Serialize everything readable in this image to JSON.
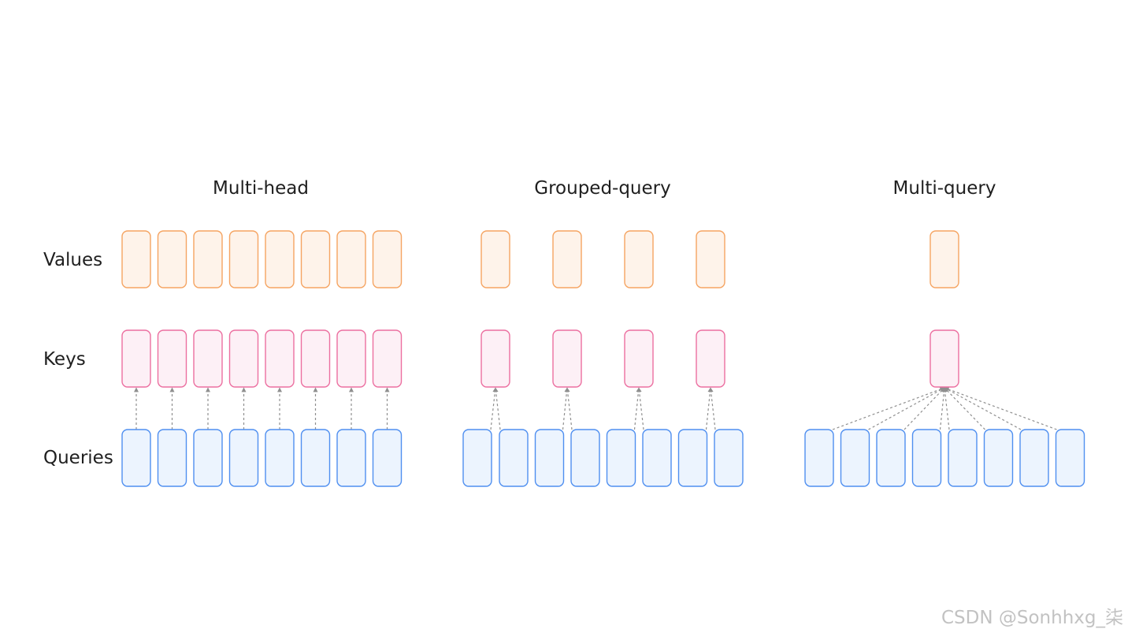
{
  "row_labels": {
    "values": "Values",
    "keys": "Keys",
    "queries": "Queries"
  },
  "panels": [
    {
      "title": "Multi-head",
      "queries": 8,
      "keys": 8,
      "values": 8
    },
    {
      "title": "Grouped-query",
      "queries": 8,
      "keys": 4,
      "values": 4
    },
    {
      "title": "Multi-query",
      "queries": 8,
      "keys": 1,
      "values": 1
    }
  ],
  "colors": {
    "values_stroke": "#f5a462",
    "values_fill": "#fef3ea",
    "keys_stroke": "#ec6fa0",
    "keys_fill": "#fdf0f6",
    "queries_stroke": "#4f8ff0",
    "queries_fill": "#ecf4fe",
    "connector": "#8f8f8f"
  },
  "watermark": "CSDN @Sonhhxg_柒"
}
